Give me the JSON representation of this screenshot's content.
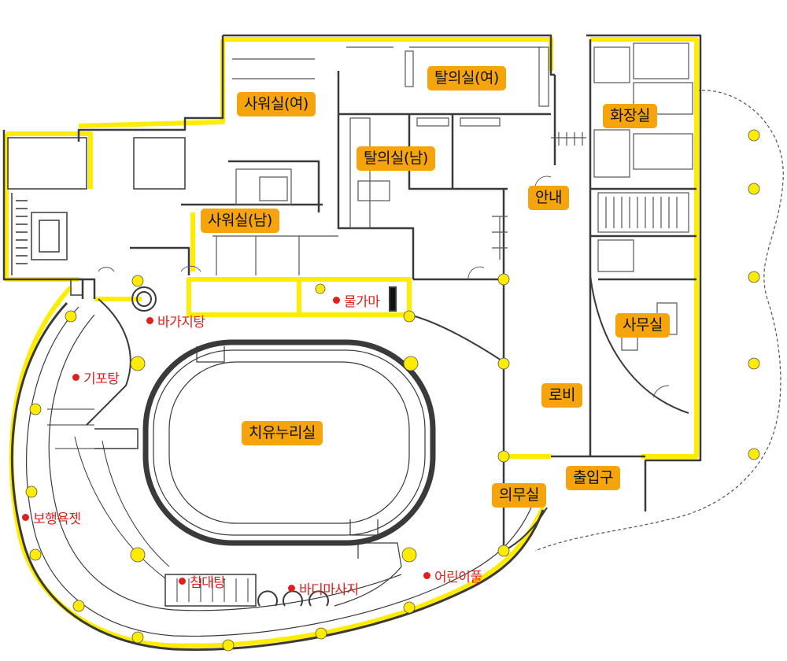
{
  "rooms": {
    "shower_women": "사워실(여)",
    "locker_women": "탈의실(여)",
    "restroom": "화장실",
    "locker_men": "탈의실(남)",
    "shower_men": "사워실(남)",
    "info": "안내",
    "office": "사무실",
    "healing_room": "치유누리실",
    "lobby": "로비",
    "entrance": "출입구",
    "medical": "의무실"
  },
  "facilities": {
    "water_kettle": "물가마",
    "floor_jet": "바가지탕",
    "bubble_bath": "기포탕",
    "walking_bath": "보행욕젯",
    "lying_bath": "침대탕",
    "body_massage": "바디마사지",
    "kids_pool": "어린이풀"
  },
  "colors": {
    "label_bg": "#f5a50b",
    "facility_text": "#e0201c",
    "wall": "#3a3a3a",
    "highlight": "#ffec00"
  }
}
